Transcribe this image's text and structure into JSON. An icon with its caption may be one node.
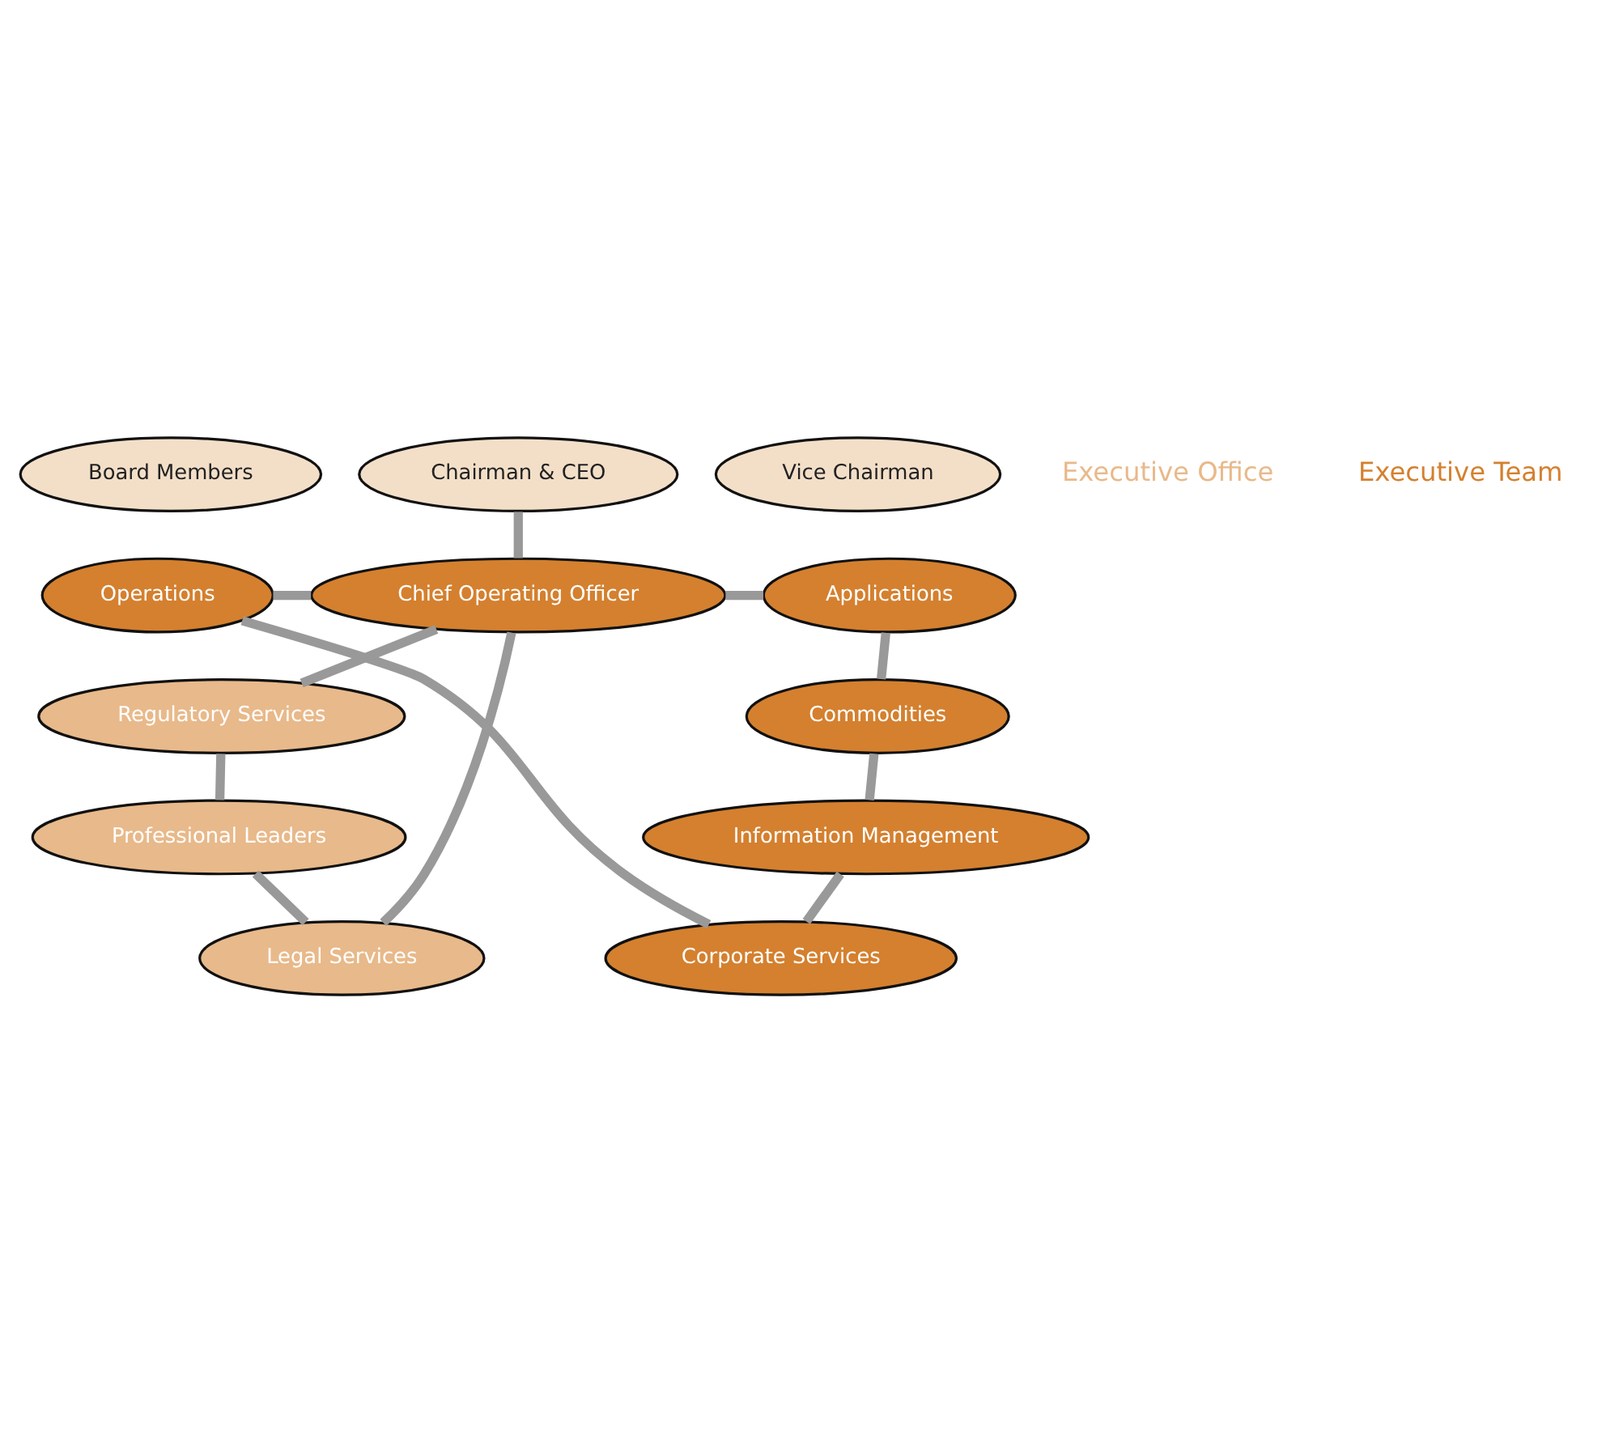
{
  "diagram": {
    "nodes": [
      {
        "text": [
          "Board Members"
        ]
      },
      {
        "text": [
          "Chairman & CEO"
        ]
      },
      {
        "text": [
          "Vice Chairman"
        ]
      },
      {
        "text": [
          "Chief Operating Officer"
        ]
      },
      {
        "text": [
          "Operations"
        ]
      },
      {
        "text": [
          "Applications"
        ]
      },
      {
        "text": [
          "Legal Services"
        ]
      },
      {
        "text": [
          "Regulatory Services"
        ]
      },
      {
        "text": [
          "Professional Leaders"
        ]
      },
      {
        "text": [
          "Corporate Services"
        ]
      },
      {
        "text": [
          "Commodities"
        ]
      },
      {
        "text": [
          "Information Management"
        ]
      }
    ],
    "edges": [
      {
        "from": 1,
        "to": 3,
        "arrow": "none"
      },
      {
        "from": 3,
        "to": 5,
        "arrow": "none"
      },
      {
        "from": 5,
        "to": 10,
        "arrow": "none"
      },
      {
        "from": 10,
        "to": 11,
        "arrow": "none"
      },
      {
        "from": 11,
        "to": 9,
        "arrow": "none"
      },
      {
        "from": 9,
        "to": 4,
        "arrow": "none"
      },
      {
        "from": 4,
        "to": 3,
        "arrow": "none"
      },
      {
        "from": 3,
        "to": 7,
        "arrow": "none"
      },
      {
        "from": 7,
        "to": 8,
        "arrow": "none"
      },
      {
        "from": 8,
        "to": 6,
        "arrow": "none"
      },
      {
        "from": 6,
        "to": 3,
        "arrow": "none"
      }
    ],
    "labels": [
      "Executive Office",
      "Executive Team"
    ]
  }
}
